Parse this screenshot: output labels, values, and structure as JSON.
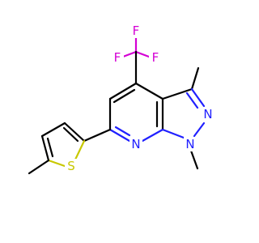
{
  "atoms": {
    "f_top": {
      "symbol": "F",
      "color": "#d400d4"
    },
    "f_left": {
      "symbol": "F",
      "color": "#d400d4"
    },
    "f_right": {
      "symbol": "F",
      "color": "#d400d4"
    },
    "n_pyrazole_2": {
      "symbol": "N",
      "color": "#2020ff"
    },
    "n_pyrazole_1": {
      "symbol": "N",
      "color": "#2020ff"
    },
    "n_pyridine": {
      "symbol": "N",
      "color": "#2020ff"
    },
    "s_thiophene": {
      "symbol": "S",
      "color": "#c8c800"
    }
  },
  "colors": {
    "bond": "#000000",
    "background": "#ffffff"
  }
}
